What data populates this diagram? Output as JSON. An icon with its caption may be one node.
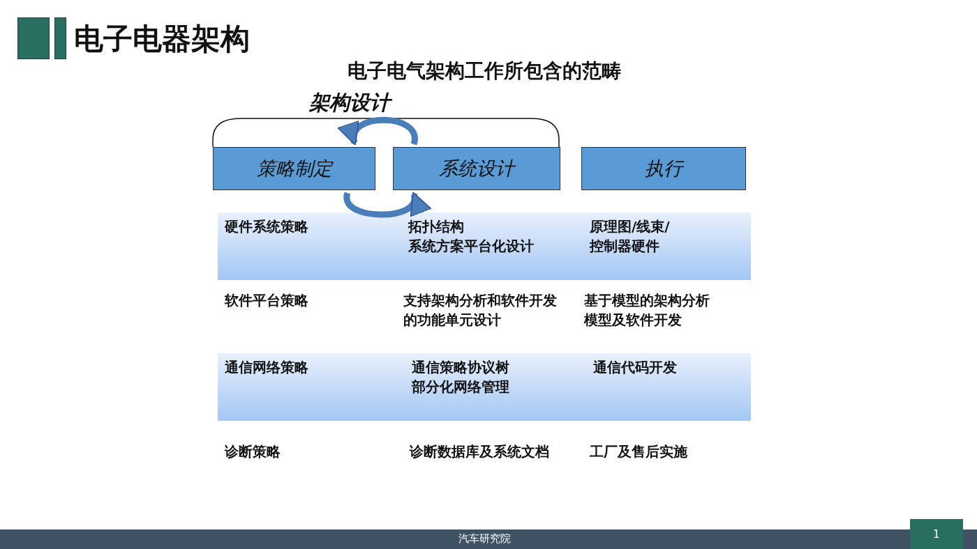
{
  "diagram": {
    "title": "电子电器架构",
    "nodes": [
      {
        "text": [
          "策略制定"
        ]
      },
      {
        "text": [
          "系统设计"
        ]
      },
      {
        "text": [
          "执行"
        ]
      }
    ],
    "edges": [
      {
        "from": 1,
        "to": 0,
        "arrow": "to"
      },
      {
        "from": 0,
        "to": 1,
        "arrow": "to"
      }
    ],
    "labels": [
      "电子电气架构工作所包含的范畴",
      "架构设计",
      "硬件系统策略",
      "拓扑结构",
      "系统方案平台化设计",
      "原理图/线束/控制器硬件",
      "软件平台策略",
      "支持架构分析和软件开发的功能单元设计",
      "基于模型的架构分析",
      "模型及软件开发",
      "通信网络策略",
      "通信策略协议树",
      "部分化网络管理",
      "通信代码开发",
      "诊断策略",
      "诊断数据库及系统文档",
      "工厂及售后实施",
      "汽车研究院",
      "1"
    ]
  }
}
